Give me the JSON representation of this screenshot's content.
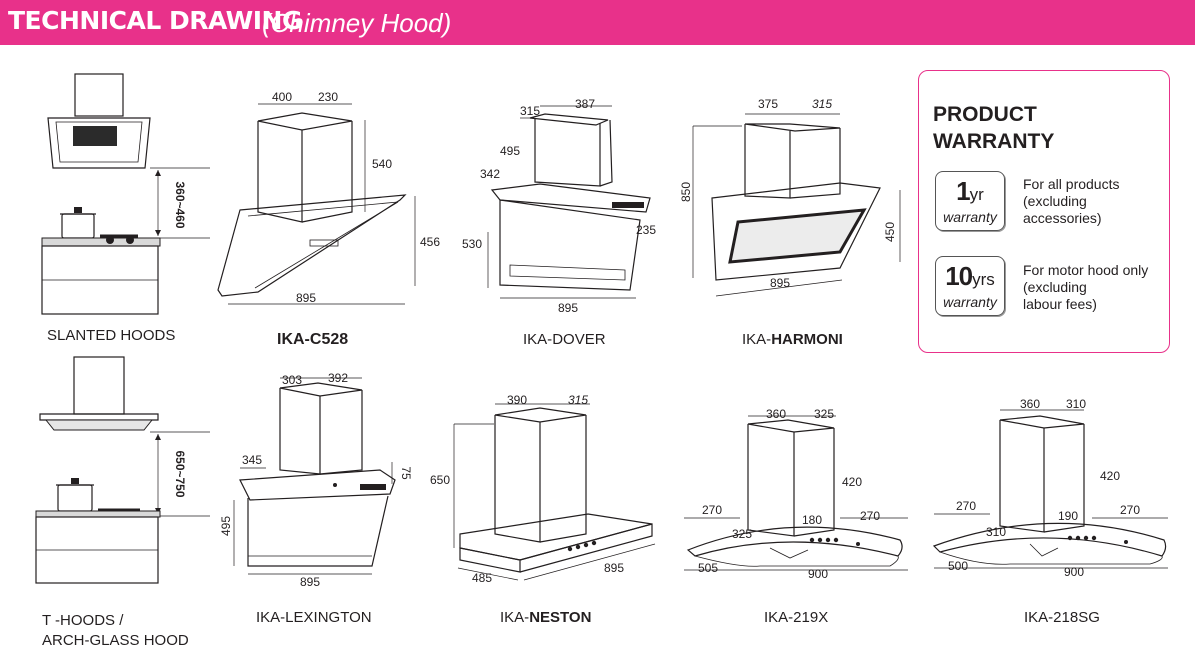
{
  "header": {
    "title": "TECHNICAL DRAWING",
    "subtitle": "(Chimney Hood)",
    "color": "#e8318a"
  },
  "categories": {
    "slanted": "SLANTED HOODS",
    "t_line1": "T -HOODS /",
    "t_line2": "ARCH-GLASS HOOD",
    "slanted_height": "360~460",
    "t_height": "650~750"
  },
  "models": {
    "c528": {
      "name": "IKA-C528",
      "d": [
        "400",
        "230",
        "540",
        "456",
        "895"
      ]
    },
    "dover": {
      "prefix": "IKA-",
      "bold": "",
      "name": "DOVER",
      "d": [
        "315",
        "387",
        "495",
        "342",
        "530",
        "235",
        "895"
      ]
    },
    "harmoni": {
      "prefix": "IKA-",
      "bold": "HARMONI",
      "d": [
        "375",
        "315",
        "850",
        "450",
        "895"
      ]
    },
    "lexington": {
      "name": "IKA-LEXINGTON",
      "d": [
        "303",
        "392",
        "345",
        "75",
        "495",
        "895"
      ]
    },
    "neston": {
      "prefix": "IKA-",
      "bold": "NESTON",
      "d": [
        "390",
        "315",
        "650",
        "485",
        "895"
      ]
    },
    "x219": {
      "name": "IKA-219X",
      "d": [
        "360",
        "325",
        "420",
        "270",
        "270",
        "180",
        "325",
        "505",
        "900"
      ]
    },
    "sg218": {
      "name": "IKA-218SG",
      "d": [
        "360",
        "310",
        "420",
        "270",
        "270",
        "190",
        "310",
        "500",
        "900"
      ]
    }
  },
  "warranty": {
    "title_line1": "PRODUCT",
    "title_line2": "WARRANTY",
    "items": [
      {
        "num": "1",
        "unit": "yr",
        "word": "warranty",
        "lines": [
          "For all products",
          "(excluding",
          "accessories)"
        ]
      },
      {
        "num": "10",
        "unit": "yrs",
        "word": "warranty",
        "lines": [
          "For motor hood only",
          "(excluding",
          "labour fees)"
        ]
      }
    ]
  }
}
